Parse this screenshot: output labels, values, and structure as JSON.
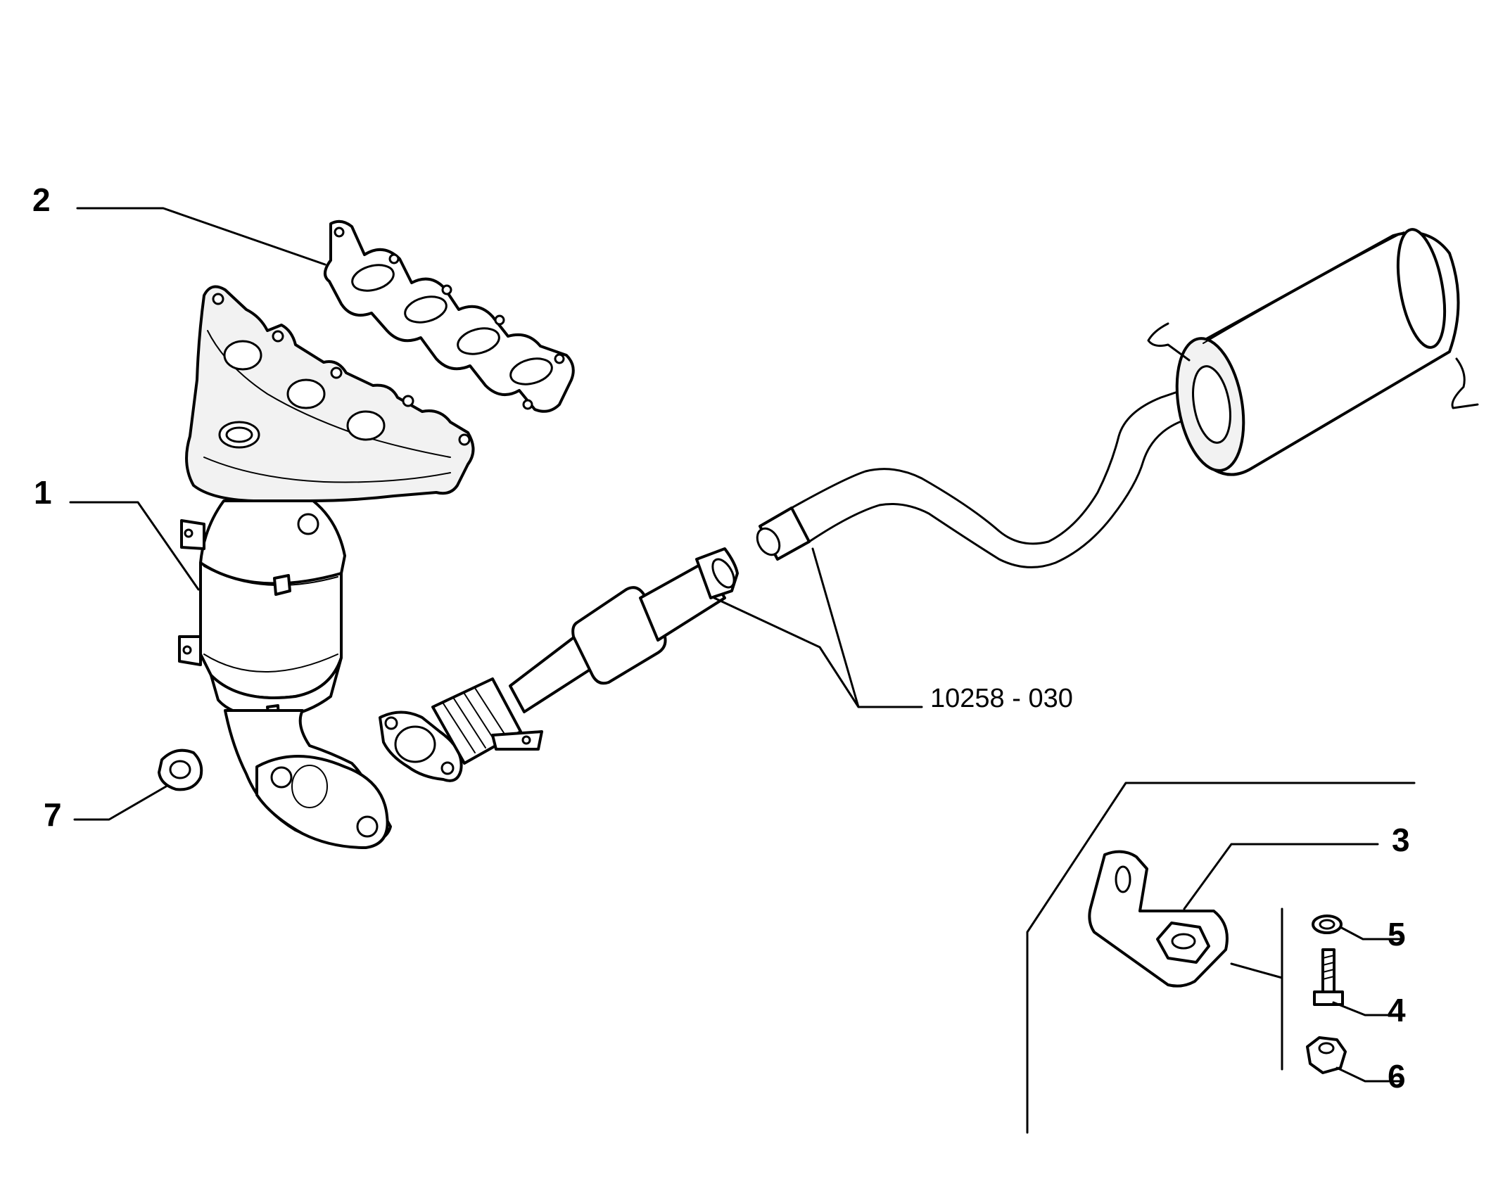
{
  "diagram": {
    "callouts": {
      "c1": "1",
      "c2": "2",
      "c3": "3",
      "c4": "4",
      "c5": "5",
      "c6": "6",
      "c7": "7"
    },
    "reference_code": "10258 - 030"
  }
}
